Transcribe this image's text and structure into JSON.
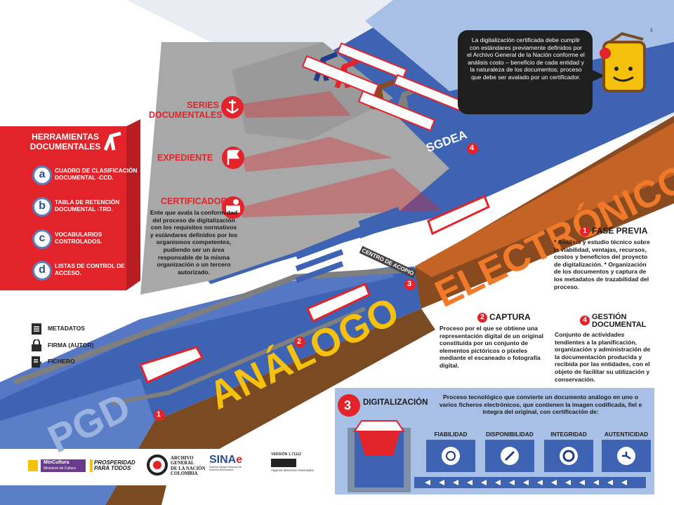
{
  "speech_bubble": "La digitalización certificada debe cumplir con estándares previamente definidos por el Archivo General de la Nación conforme el análisis costo – beneficio de cada entidad y la naturaleza de los documentos; proceso que debe ser avalado por un certificador.",
  "corner_mark": "³",
  "labels": {
    "series": [
      "SERIES",
      "DOCUMENTALES"
    ],
    "expediente": "EXPEDIENTE",
    "certificador": "CERTIFICADOR",
    "certificador_desc": "Ente que avala la conformidad del proceso de digitalización con los requisitos normativos y estándares definidos por los organismos competentes, pudiendo ser un área responsable de la misma organización o un tercero autorizado.",
    "sgdea": "SGDEA",
    "centro_acopio": "CENTRO DE ACOPIO",
    "analogo": "ANÁLOGO",
    "electronico": "ELECTRÓNICO",
    "pgd": "PGD"
  },
  "track_numbers": [
    "1",
    "2",
    "3",
    "4"
  ],
  "herramientas": {
    "title": [
      "HERRAMIENTAS",
      "DOCUMENTALES"
    ],
    "items": [
      {
        "letter": "a",
        "text": "CUADRO DE CLASIFICACIÓN DOCUMENTAL -CCD."
      },
      {
        "letter": "b",
        "text": "TABLA DE RETENCIÓN DOCUMENTAL -TRD."
      },
      {
        "letter": "c",
        "text": "VOCABULARIOS CONTROLADOS."
      },
      {
        "letter": "d",
        "text": "LISTAS DE CONTROL DE ACCESO."
      }
    ]
  },
  "legend": [
    {
      "icon": "document-lines-icon",
      "text": "METADATOS"
    },
    {
      "icon": "lock-icon",
      "text": "FIRMA (AUTOR)"
    },
    {
      "icon": "document-pen-icon",
      "text": "FICHERO"
    }
  ],
  "phases": {
    "fase_previa": {
      "num": "1",
      "title": "FASE PREVIA",
      "text": "* Análisis y estudio técnico sobre la viabilidad, ventajas, recursos, costos y beneficios del proyecto de digitalización. * Organización de los documentos y captura de los metadatos de trazabilidad del proceso."
    },
    "captura": {
      "num": "2",
      "title": "CAPTURA",
      "text": "Proceso por el que se obtiene una representación digital de un original constituida por un conjunto de elementos pictóricos o píxeles mediante el escaneado o fotografía digital."
    },
    "gestion": {
      "num": "4",
      "title": [
        "GESTIÓN",
        "DOCUMENTAL"
      ],
      "text": "Conjunto de actividades tendientes a la planificación, organización y administración de la documentación producida y recibida por las entidades, con el objeto de facilitar su utilización y conservación."
    }
  },
  "digitalizacion": {
    "num": "3",
    "title": "DIGITALIZACIÓN",
    "text": "Proceso tecnológico que convierte un documento análogo en uno o varios ficheros electrónicos, que contienen la imagen codificada, fiel e íntegra del original, con certificación de:",
    "criteria": [
      "FIABILIDAD",
      "DISPONIBILIDAD",
      "INTEGRIDAD",
      "AUTENTICIDAD"
    ]
  },
  "footer": {
    "mincultura": "MinCultura",
    "mincultura_sub": "Ministerio de Cultura",
    "prosperidad": [
      "PROSPERIDAD",
      "PARA TODOS"
    ],
    "archivo": [
      "ARCHIVO",
      "GENERAL",
      "DE LA NACIÓN",
      "COLOMBIA"
    ],
    "sina": "SINA",
    "sina_e": "e",
    "sina_sub": "Sistema Integral Nacional de Archivos Electrónicos",
    "version": "VERSIÓN 1.71112",
    "cc": "Algunos derechos reservados"
  },
  "colors": {
    "red": "#e3232a",
    "blue": "#3e63b3",
    "light_blue": "#a9c0e6",
    "orange": "#e65a1d",
    "brown": "#8a4a20",
    "yellow": "#f5c10d"
  }
}
